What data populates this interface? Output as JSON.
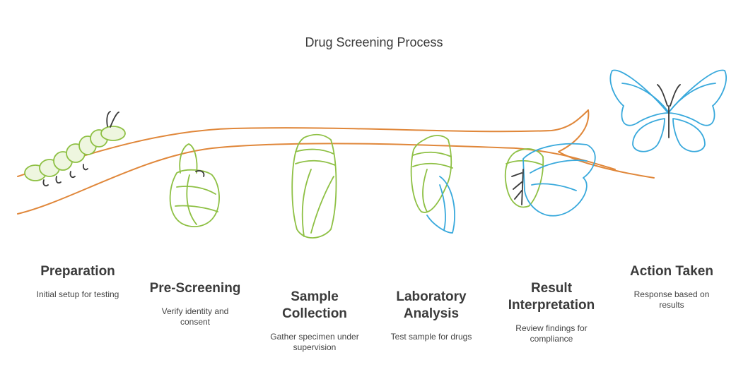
{
  "title": "Drug Screening Process",
  "stages": [
    {
      "title": "Preparation",
      "desc": "Initial setup for testing"
    },
    {
      "title": "Pre-Screening",
      "desc": "Verify identity and consent"
    },
    {
      "title": "Sample Collection",
      "desc": "Gather specimen under supervision"
    },
    {
      "title": "Laboratory Analysis",
      "desc": "Test sample for drugs"
    },
    {
      "title": "Result Interpretation",
      "desc": "Review findings for compliance"
    },
    {
      "title": "Action Taken",
      "desc": "Response based on results"
    }
  ],
  "colors": {
    "branch": "#e0873a",
    "green": "#8ec044",
    "blue": "#39a9dc",
    "dark": "#3a3a3a"
  }
}
